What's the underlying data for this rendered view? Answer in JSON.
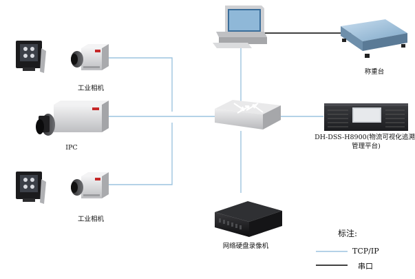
{
  "labels": {
    "industrial_camera_top": "工业相机",
    "ipc": "IPC",
    "industrial_camera_bottom": "工业相机",
    "scale": "称重台",
    "platform_line1": "DH-DSS-H8900(物流可视化追溯",
    "platform_line2": "管理平台)",
    "nvr": "网络硬盘录像机"
  },
  "legend": {
    "title": "标注:",
    "items": [
      {
        "label": "TCP/IP",
        "color": "#9cc3df"
      },
      {
        "label": "串口",
        "color": "#000000"
      }
    ]
  },
  "colors": {
    "tcp_line": "#9cc3df",
    "serial_line": "#000000",
    "camera_body": "#e4e5e7",
    "floodlight": "#1b1b1d",
    "switch": "#d9dadc",
    "nvr": "#1a1a1c",
    "scale_plate": "#9ec2de"
  }
}
